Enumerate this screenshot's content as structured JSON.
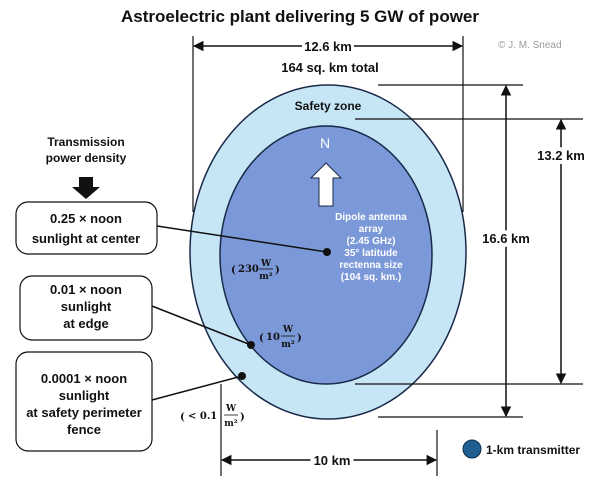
{
  "title": "Astroelectric plant delivering 5 GW of power",
  "copyright": "© J. M. Snead",
  "dimensions": {
    "top_width": "12.6 km",
    "total_area": "164 sq. km total",
    "inner_height": "13.2 km",
    "outer_height": "16.6 km",
    "bottom_width": "10 km"
  },
  "zones": {
    "safety_zone_label": "Safety zone",
    "north_label": "N",
    "antenna_lines": [
      "Dipole antenna",
      "array",
      "(2.45 GHz)",
      "35° latitude",
      "rectenna size",
      "(104 sq. km.)"
    ]
  },
  "left_panel": {
    "heading_lines": [
      "Transmission",
      "power density"
    ],
    "boxes": [
      {
        "lines": [
          "0.25 × noon",
          "sunlight at center"
        ]
      },
      {
        "lines": [
          "0.01 × noon",
          "sunlight",
          "at edge"
        ]
      },
      {
        "lines": [
          "0.0001 × noon",
          "sunlight",
          "at safety perimeter",
          "fence"
        ]
      }
    ]
  },
  "power_density": {
    "center": {
      "prefix": "230",
      "unit_num": "W",
      "unit_den": "m²"
    },
    "edge": {
      "prefix": "10",
      "unit_num": "W",
      "unit_den": "m²"
    },
    "perimeter": {
      "prefix": "< 0.1",
      "unit_num": "W",
      "unit_den": "m²"
    }
  },
  "legend": {
    "label": "1-km transmitter",
    "color": "#1f5f8f"
  },
  "colors": {
    "outer_zone": "#c6e6f6",
    "inner_zone": "#7b98d8",
    "outline": "#1a2a4a"
  }
}
